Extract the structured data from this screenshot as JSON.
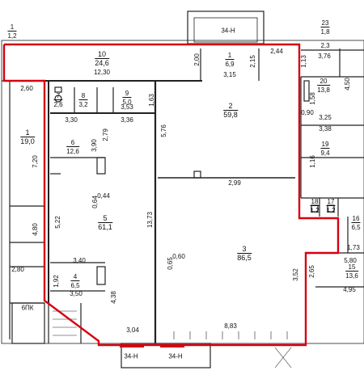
{
  "plan": {
    "rooms": [
      {
        "no": "1",
        "area": "1,2"
      },
      {
        "no": "10",
        "area": "24,6"
      },
      {
        "no": "1",
        "area": "6,9"
      },
      {
        "no": "23",
        "area": "1,8"
      },
      {
        "no": "20",
        "area": "13,8"
      },
      {
        "no": "7",
        "area": "2,6"
      },
      {
        "no": "8",
        "area": "3,2"
      },
      {
        "no": "9",
        "area": "5,0"
      },
      {
        "no": "2",
        "area": "59,8"
      },
      {
        "no": "1",
        "area": "19,0"
      },
      {
        "no": "6",
        "area": "12,6"
      },
      {
        "no": "19",
        "area": "9,4"
      },
      {
        "no": "5",
        "area": "61,1"
      },
      {
        "no": "18",
        "area": "1,2"
      },
      {
        "no": "17",
        "area": "1,2"
      },
      {
        "no": "16",
        "area": "6,5"
      },
      {
        "no": "3",
        "area": "86,5"
      },
      {
        "no": "15",
        "area": "13,6"
      },
      {
        "no": "4",
        "area": "6,5"
      }
    ],
    "dims": [
      "2,00",
      "2,15",
      "2,44",
      "1,13",
      "3,76",
      "12,30",
      "3,15",
      "4,50",
      "2,60",
      "1,63",
      "3,53",
      "1,58",
      "3,30",
      "3,36",
      "5,76",
      "3,25",
      "3,38",
      "7,20",
      "3,90",
      "2,79",
      "1,16",
      "2,99",
      "0,44",
      "0,64",
      "5,22",
      "4,80",
      "13,73",
      "1,73",
      "0,65",
      "0,60",
      "3,40",
      "5,80",
      "2,80",
      "1,92",
      "3,52",
      "2,65",
      "3,50",
      "4,38",
      "4,95",
      "3,04",
      "8,83",
      "0,90",
      "2,3"
    ],
    "tags": [
      "34-Н",
      "34-Н",
      "34-Н",
      "6ПК"
    ]
  }
}
